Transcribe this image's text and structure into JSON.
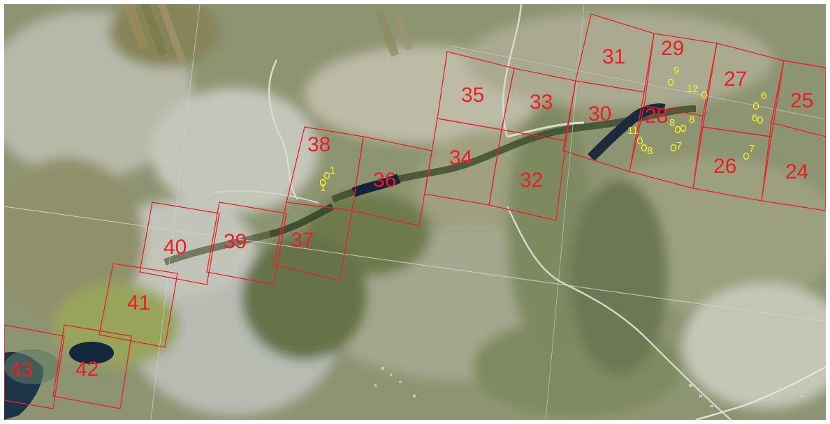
{
  "map": {
    "grid_color": "#e8222b",
    "marker_color": "#f2f21a",
    "cells": [
      {
        "id": "24",
        "label": "24"
      },
      {
        "id": "25",
        "label": "25"
      },
      {
        "id": "26",
        "label": "26"
      },
      {
        "id": "27",
        "label": "27"
      },
      {
        "id": "28",
        "label": "28"
      },
      {
        "id": "29",
        "label": "29"
      },
      {
        "id": "30",
        "label": "30"
      },
      {
        "id": "31",
        "label": "31"
      },
      {
        "id": "32",
        "label": "32"
      },
      {
        "id": "33",
        "label": "33"
      },
      {
        "id": "34",
        "label": "34"
      },
      {
        "id": "35",
        "label": "35"
      },
      {
        "id": "36",
        "label": "36"
      },
      {
        "id": "37",
        "label": "37"
      },
      {
        "id": "38",
        "label": "38"
      },
      {
        "id": "39",
        "label": "39"
      },
      {
        "id": "40",
        "label": "40"
      },
      {
        "id": "41",
        "label": "41"
      },
      {
        "id": "42",
        "label": "42"
      },
      {
        "id": "43",
        "label": "43"
      }
    ],
    "markers": [
      {
        "label": "9"
      },
      {
        "label": "12"
      },
      {
        "label": "11"
      },
      {
        "label": "8"
      },
      {
        "label": "8"
      },
      {
        "label": "8"
      },
      {
        "label": "7"
      },
      {
        "label": "6"
      },
      {
        "label": "6"
      },
      {
        "label": "7"
      },
      {
        "label": "1"
      },
      {
        "label": "1"
      }
    ]
  }
}
